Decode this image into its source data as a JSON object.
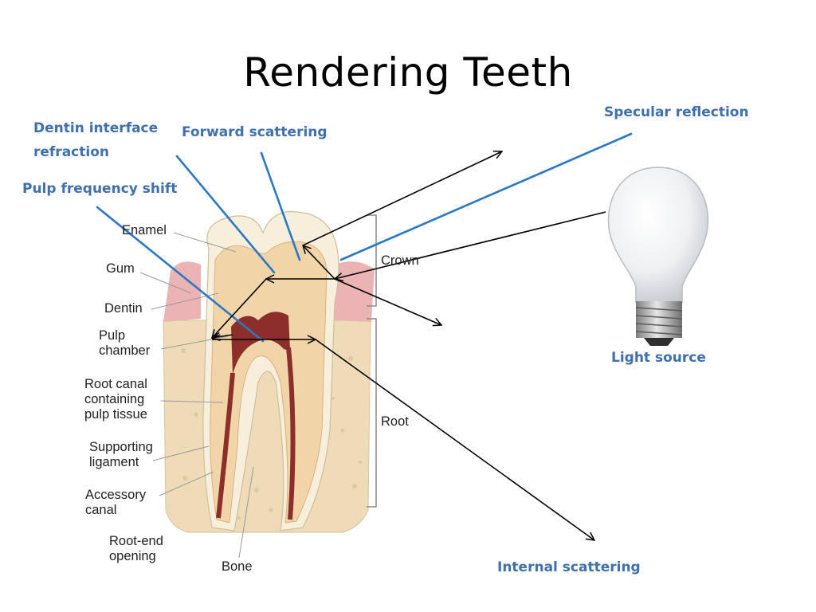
{
  "slide": {
    "title": "Rendering Teeth"
  },
  "colors": {
    "callout_text": "#3f6fad",
    "pointer_line": "#2d78c4",
    "ray": "#000000",
    "enamel": "#f7efdc",
    "dentin": "#f1d5a8",
    "pulp": "#8c2e2a",
    "gum": "#ecb3b5",
    "bone": "#eedbb8"
  },
  "callouts": {
    "dentin_interface": [
      "Dentin interface",
      "refraction"
    ],
    "forward_scattering": "Forward scattering",
    "pulp_frequency_shift": "Pulp frequency shift",
    "specular_reflection": "Specular reflection",
    "light_source": "Light source",
    "internal_scattering": "Internal scattering"
  },
  "anatomy": {
    "enamel": "Enamel",
    "gum": "Gum",
    "dentin": "Dentin",
    "pulp_chamber": [
      "Pulp",
      "chamber"
    ],
    "root_canal": [
      "Root canal",
      "containing",
      "pulp tissue"
    ],
    "supporting_ligament": [
      "Supporting",
      "ligament"
    ],
    "accessory_canal": [
      "Accessory",
      "canal"
    ],
    "root_end_opening": [
      "Root-end",
      "opening"
    ],
    "bone": "Bone",
    "crown": "Crown",
    "root": "Root"
  }
}
